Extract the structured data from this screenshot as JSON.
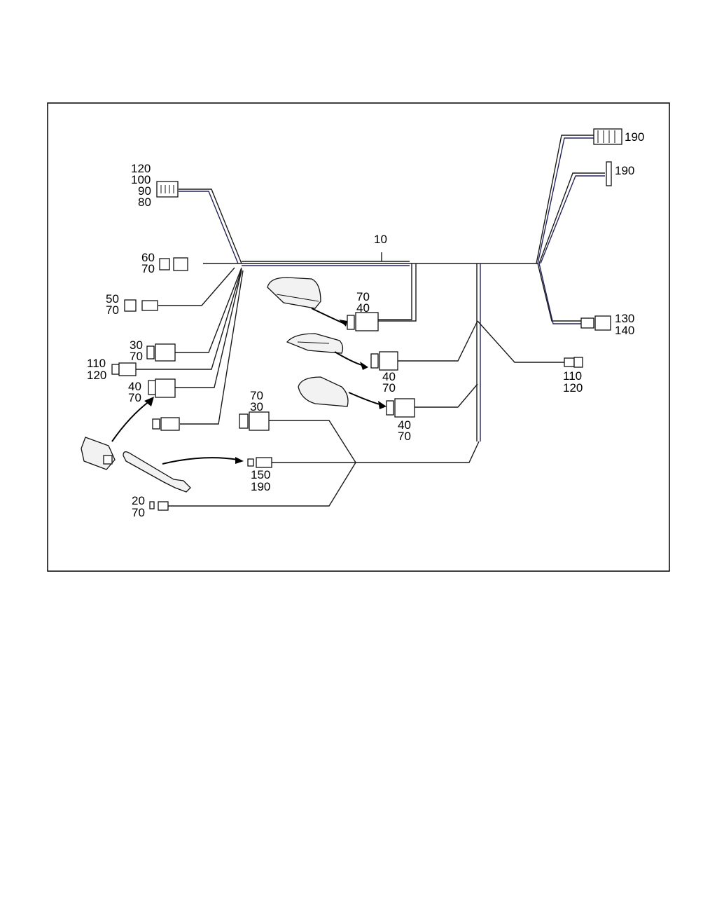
{
  "labels": {
    "main": "10",
    "top_right_a": "190",
    "top_right_b": "190",
    "right_mid_a": "130",
    "right_mid_b": "140",
    "right_low_a": "110",
    "right_low_b": "120",
    "left1_a": "120",
    "left1_b": "100",
    "left1_c": "90",
    "left1_d": "80",
    "left2_a": "60",
    "left2_b": "70",
    "left3_a": "50",
    "left3_b": "70",
    "left4_a": "30",
    "left4_b": "70",
    "left5_a": "110",
    "left5_b": "120",
    "left6_a": "40",
    "left6_b": "70",
    "c1_a": "70",
    "c1_b": "40",
    "c2_a": "40",
    "c2_b": "70",
    "c3_a": "40",
    "c3_b": "70",
    "c4_a": "70",
    "c4_b": "30",
    "c5_a": "150",
    "c5_b": "190",
    "bottom_a": "20",
    "bottom_b": "70"
  },
  "colors": {
    "frame": "#000000",
    "wire": "#1a1a1a",
    "wire_accent": "#24245a"
  }
}
